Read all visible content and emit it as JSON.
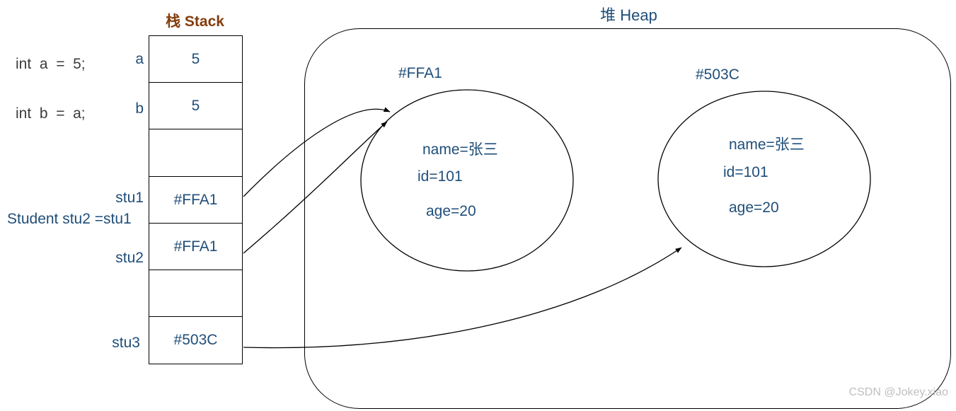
{
  "titles": {
    "stack": "栈 Stack",
    "heap": "堆 Heap"
  },
  "code": {
    "line1": "int  a  =  5;",
    "line2": "int  b  =  a;",
    "student_decl": "Student stu2 =stu1"
  },
  "stack": {
    "cells": [
      {
        "label": "a",
        "value": "5"
      },
      {
        "label": "b",
        "value": "5"
      },
      {
        "label": "",
        "value": ""
      },
      {
        "label": "stu1",
        "value": "#FFA1"
      },
      {
        "label": "stu2",
        "value": "#FFA1"
      },
      {
        "label": "",
        "value": ""
      },
      {
        "label": "stu3",
        "value": "#503C"
      }
    ]
  },
  "heap": {
    "objects": [
      {
        "address": "#FFA1",
        "lines": [
          "name=张三",
          "id=101",
          "age=20"
        ]
      },
      {
        "address": "#503C",
        "lines": [
          "name=张三",
          "id=101",
          "age=20"
        ]
      }
    ]
  },
  "colors": {
    "accent_blue": "#1F4E79",
    "stack_title_brown": "#843C0C",
    "code_text": "#3B3B3B",
    "line_black": "#000000",
    "watermark_gray": "#BFBFBF"
  },
  "watermark": "CSDN @Jokey.xiao"
}
